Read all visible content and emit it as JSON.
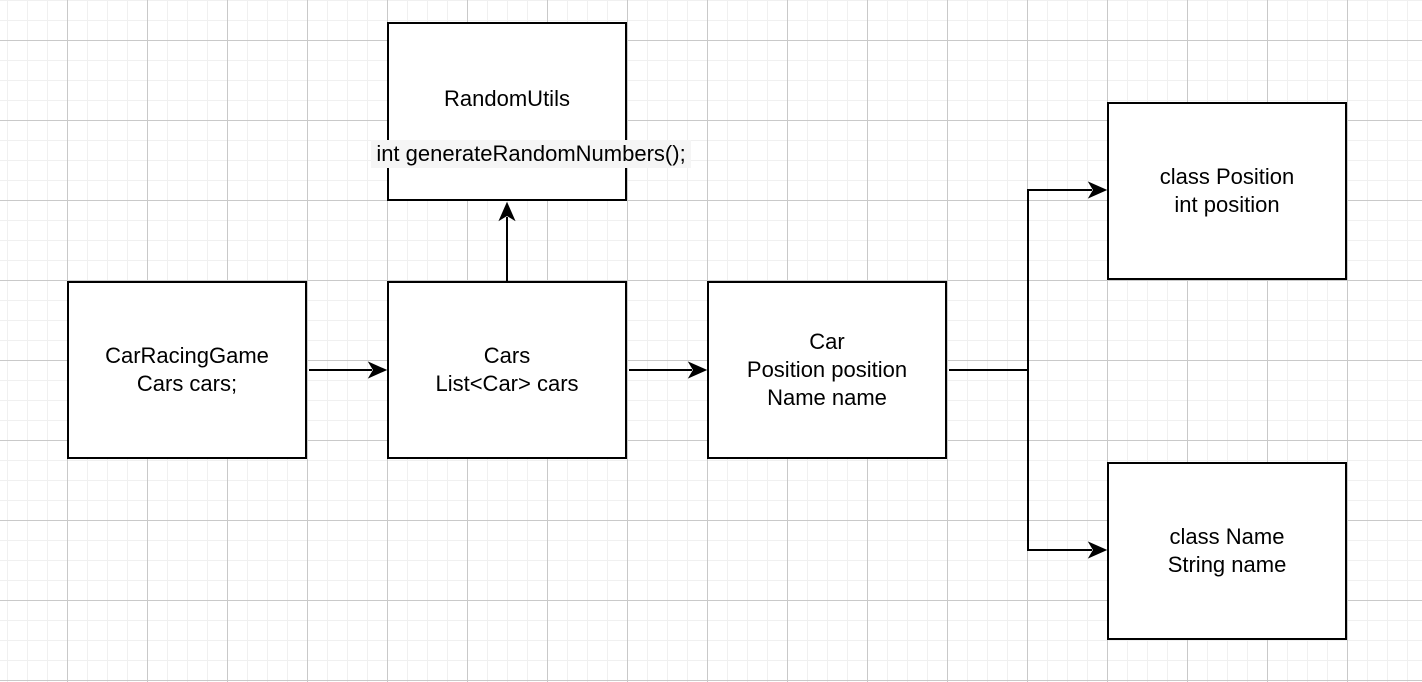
{
  "canvas": {
    "background_color": "#ffffff",
    "grid_minor_color": "#f0f0f0",
    "grid_major_color": "#c9c9c9",
    "stroke_color": "#000000",
    "node_fill_color": "#ffffff",
    "label_background_color": "#f5f5f5",
    "text_color": "#000000"
  },
  "nodes": [
    {
      "id": "random-utils",
      "lines": [
        "RandomUtils",
        "int generateRandomNumbers();"
      ]
    },
    {
      "id": "car-racing-game",
      "lines": [
        "CarRacingGame",
        "Cars cars;"
      ]
    },
    {
      "id": "cars",
      "lines": [
        "Cars",
        "List<Car> cars"
      ]
    },
    {
      "id": "car",
      "lines": [
        "Car",
        "Position position",
        "Name name"
      ]
    },
    {
      "id": "class-position",
      "lines": [
        "class Position",
        "int position"
      ]
    },
    {
      "id": "class-name",
      "lines": [
        "class Name",
        "String name"
      ]
    }
  ],
  "edges": [
    {
      "from": "car-racing-game",
      "to": "cars",
      "direction": "right"
    },
    {
      "from": "cars",
      "to": "random-utils",
      "direction": "up"
    },
    {
      "from": "cars",
      "to": "car",
      "direction": "right"
    },
    {
      "from": "car",
      "to": "class-position",
      "direction": "right-up"
    },
    {
      "from": "car",
      "to": "class-name",
      "direction": "right-down"
    }
  ]
}
